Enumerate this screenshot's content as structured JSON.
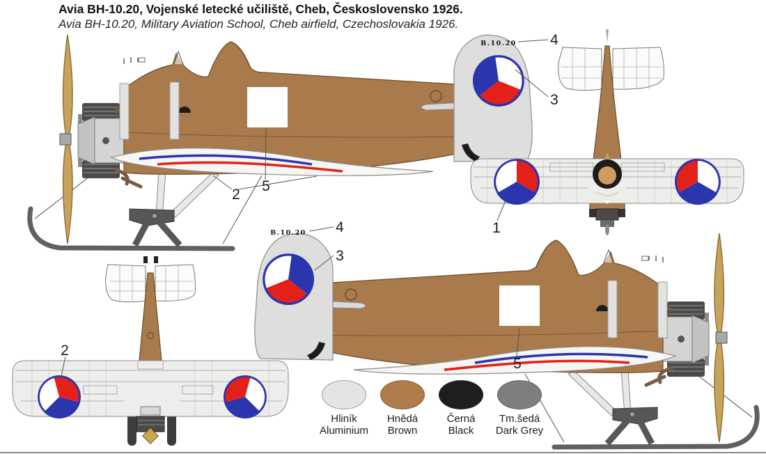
{
  "title": {
    "czech": "Avia BH-10.20, Vojenské letecké učiliště, Cheb, Československo 1926.",
    "english": "Avia BH-10.20, Military Aviation School, Cheb airfield, Czechoslovakia 1926."
  },
  "tail_code": "B.10.20",
  "callouts": [
    {
      "number": "4",
      "target": "tail-code-left-profile"
    },
    {
      "number": "3",
      "target": "fin-roundel-left-profile"
    },
    {
      "number": "2",
      "target": "wing-stripe-decal-left-profile"
    },
    {
      "number": "5",
      "target": "fuselage-white-square-left-profile"
    },
    {
      "number": "1",
      "target": "upper-wing-roundel-top-view"
    },
    {
      "number": "2",
      "target": "lower-wing-roundel-bottom-view"
    },
    {
      "number": "4",
      "target": "tail-code-right-profile"
    },
    {
      "number": "3",
      "target": "fin-roundel-right-profile"
    },
    {
      "number": "5",
      "target": "fuselage-white-square-right-profile"
    }
  ],
  "legend": {
    "items": [
      {
        "czech": "Hliník",
        "english": "Aluminium",
        "hex": "#E4E4E2",
        "border": "#9A9A98"
      },
      {
        "czech": "Hnědá",
        "english": "Brown",
        "hex": "#B07C4C",
        "border": "#8A5F35"
      },
      {
        "czech": "Černá",
        "english": "Black",
        "hex": "#1E1E1C",
        "border": "#1E1E1C"
      },
      {
        "czech": "Tm.šedá",
        "english": "Dark Grey",
        "hex": "#7E7E7C",
        "border": "#5F5F5D"
      }
    ]
  },
  "palette": {
    "brown": "#A87A4C",
    "brown_outline": "#6B4E2B",
    "tan_prop": "#C8A35D",
    "tan_outline": "#8F6F33",
    "aluminium": "#DEDEDC",
    "aluminium_outline": "#8C8C8A",
    "wing_white": "#F6F6F4",
    "ski_grey": "#606060",
    "frame_grey": "#575755",
    "black": "#1C1C1A",
    "blue": "#2B36AE",
    "red": "#E32119",
    "white": "#FFFFFF",
    "line_grey": "#555553"
  }
}
